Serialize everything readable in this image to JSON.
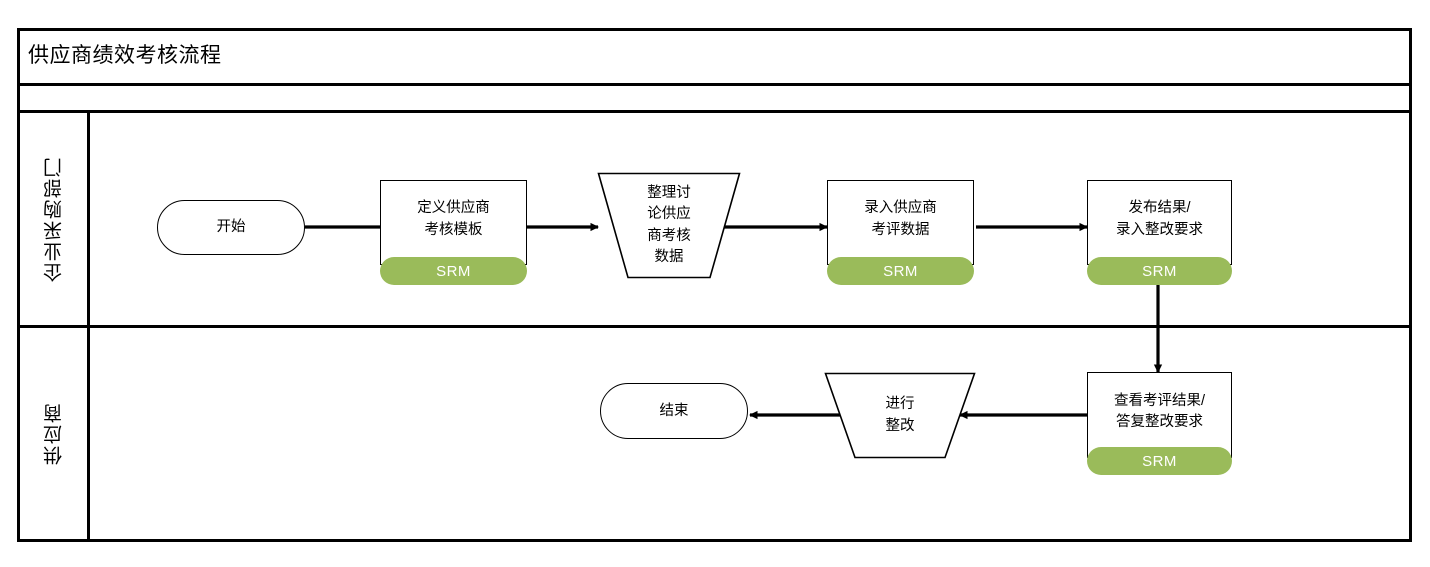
{
  "title": "供应商绩效考核流程",
  "colors": {
    "srm_badge": "#9ABB5A",
    "srm_badge_border": "#8FAF52",
    "line": "#000000",
    "background": "#FFFFFF"
  },
  "lanes": [
    {
      "id": "lane-procurement",
      "label": "企业采购部门"
    },
    {
      "id": "lane-supplier",
      "label": "供应商"
    }
  ],
  "system_badge_label": "SRM",
  "nodes": [
    {
      "id": "start",
      "lane": "lane-procurement",
      "type": "terminator",
      "label": "开始",
      "system": null
    },
    {
      "id": "define-template",
      "lane": "lane-procurement",
      "type": "process",
      "label": "定义供应商\n考核模板",
      "system": "SRM"
    },
    {
      "id": "collect-discuss",
      "lane": "lane-procurement",
      "type": "manual-operation",
      "label": "整理讨\n论供应\n商考核\n数据",
      "system": null
    },
    {
      "id": "enter-evaluation",
      "lane": "lane-procurement",
      "type": "process",
      "label": "录入供应商\n考评数据",
      "system": "SRM"
    },
    {
      "id": "publish-results",
      "lane": "lane-procurement",
      "type": "process",
      "label": "发布结果/\n录入整改要求",
      "system": "SRM"
    },
    {
      "id": "view-results",
      "lane": "lane-supplier",
      "type": "process",
      "label": "查看考评结果/\n答复整改要求",
      "system": "SRM"
    },
    {
      "id": "rectify",
      "lane": "lane-supplier",
      "type": "manual-operation",
      "label": "进行\n整改",
      "system": null
    },
    {
      "id": "end",
      "lane": "lane-supplier",
      "type": "terminator",
      "label": "结束",
      "system": null
    }
  ],
  "edges": [
    {
      "id": "edge-start-define",
      "from": "start",
      "to": "define-template",
      "direction": "right",
      "arrow": false
    },
    {
      "id": "edge-define-collect",
      "from": "define-template",
      "to": "collect-discuss",
      "direction": "right",
      "arrow": true
    },
    {
      "id": "edge-collect-enter",
      "from": "collect-discuss",
      "to": "enter-evaluation",
      "direction": "right",
      "arrow": true
    },
    {
      "id": "edge-enter-publish",
      "from": "enter-evaluation",
      "to": "publish-results",
      "direction": "right",
      "arrow": true
    },
    {
      "id": "edge-publish-view",
      "from": "publish-results",
      "to": "view-results",
      "direction": "down",
      "arrow": true
    },
    {
      "id": "edge-view-rectify",
      "from": "view-results",
      "to": "rectify",
      "direction": "left",
      "arrow": true
    },
    {
      "id": "edge-rectify-end",
      "from": "rectify",
      "to": "end",
      "direction": "left",
      "arrow": true
    }
  ]
}
